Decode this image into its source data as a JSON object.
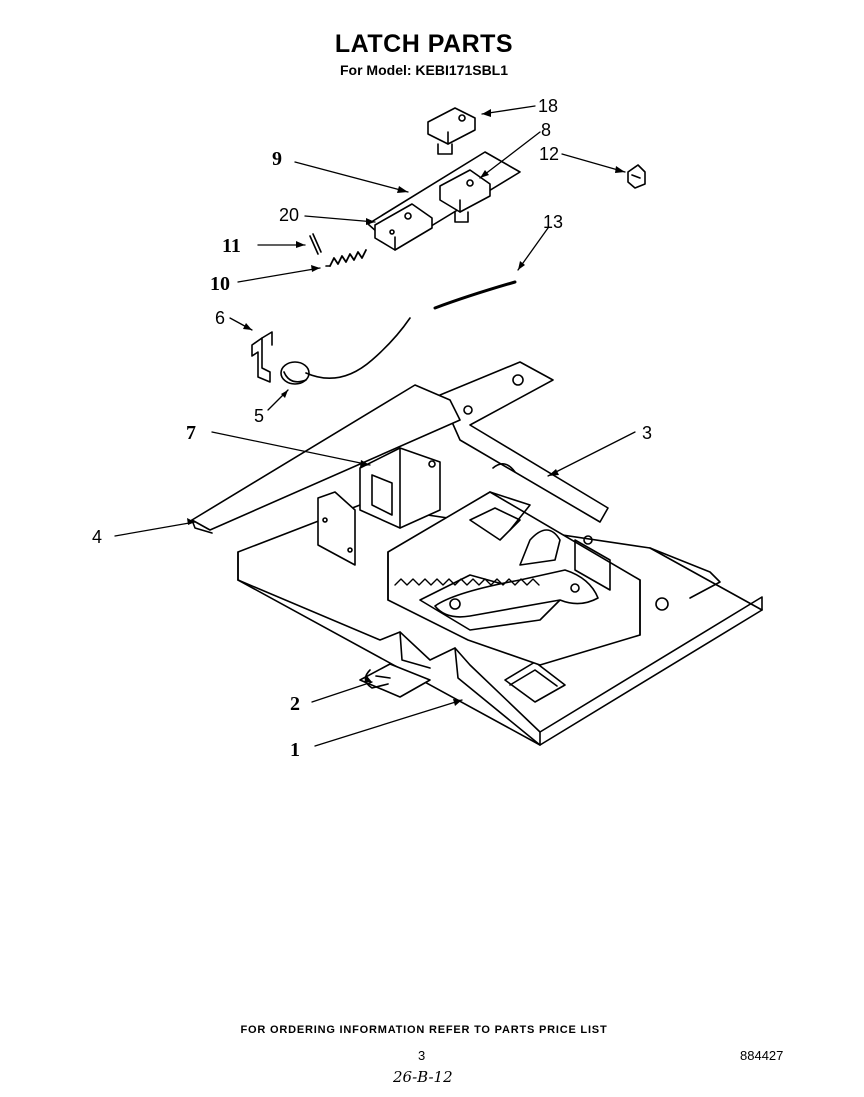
{
  "header": {
    "title": "LATCH PARTS",
    "subtitle": "For Model: KEBI171SBL1"
  },
  "callouts": [
    {
      "id": "c18",
      "label": "18"
    },
    {
      "id": "c8",
      "label": "8"
    },
    {
      "id": "c12",
      "label": "12"
    },
    {
      "id": "c9",
      "label": "9"
    },
    {
      "id": "c20",
      "label": "20"
    },
    {
      "id": "c11",
      "label": "11"
    },
    {
      "id": "c10",
      "label": "10"
    },
    {
      "id": "c13",
      "label": "13"
    },
    {
      "id": "c6",
      "label": "6"
    },
    {
      "id": "c5",
      "label": "5"
    },
    {
      "id": "c7",
      "label": "7"
    },
    {
      "id": "c3",
      "label": "3"
    },
    {
      "id": "c4",
      "label": "4"
    },
    {
      "id": "c2",
      "label": "2"
    },
    {
      "id": "c1",
      "label": "1"
    }
  ],
  "footer": {
    "ordering_note": "FOR ORDERING INFORMATION REFER TO PARTS PRICE LIST",
    "page_number": "3",
    "document_number": "884427",
    "handwritten_note": "26-B-12"
  }
}
